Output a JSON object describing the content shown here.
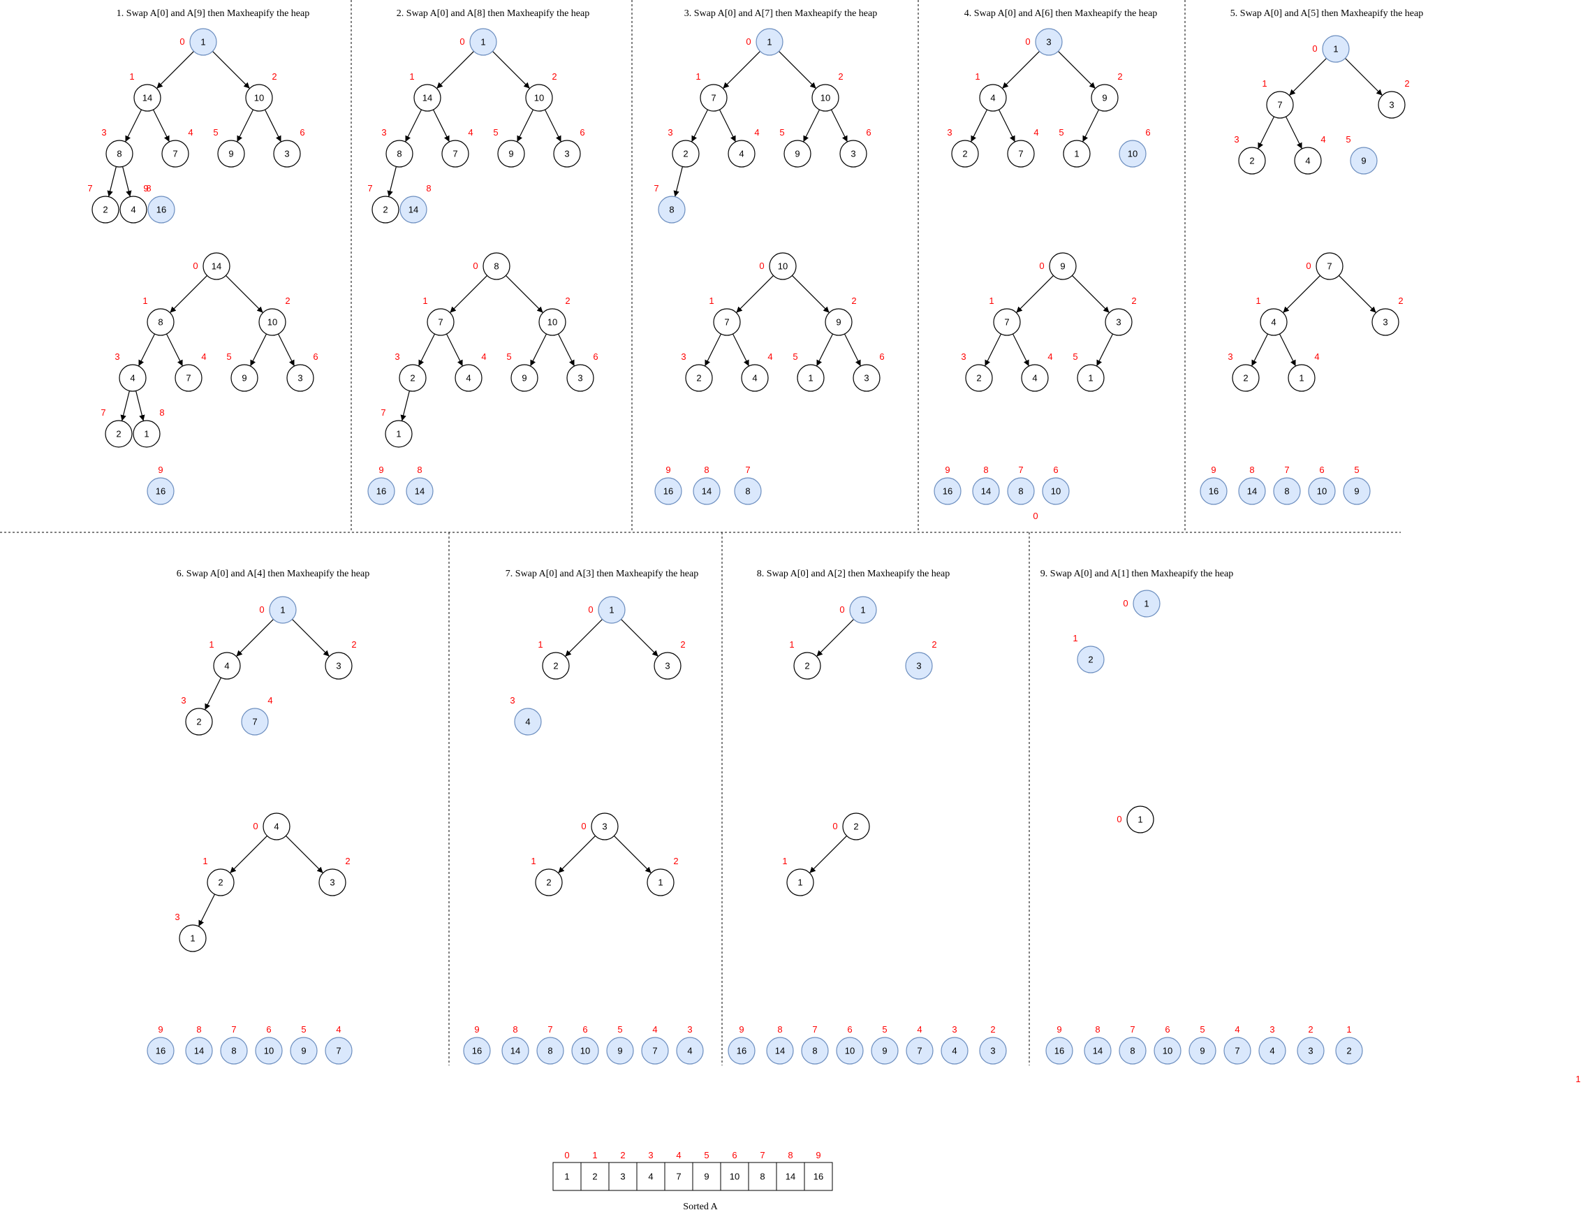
{
  "colors": {
    "node_stroke": "#000000",
    "node_fill": "#ffffff",
    "highlight_fill": "#dae8fc",
    "highlight_stroke": "#6c8ebf",
    "index_color": "#ff0000"
  },
  "steps": [
    {
      "title": "1. Swap A[0] and A[9] then Maxheapify the heap",
      "before": {
        "values": [
          1,
          14,
          10,
          8,
          7,
          9,
          3,
          2,
          4,
          16
        ],
        "highlight": [
          0,
          9
        ],
        "unlinked": [
          9
        ]
      },
      "after": {
        "values": [
          14,
          8,
          10,
          4,
          7,
          9,
          3,
          2,
          1
        ]
      },
      "sorted": [
        {
          "v": 16,
          "i": 9
        }
      ],
      "extra": []
    },
    {
      "title": "2. Swap A[0] and A[8] then Maxheapify the heap",
      "before": {
        "values": [
          1,
          14,
          10,
          8,
          7,
          9,
          3,
          2,
          14
        ],
        "highlight": [
          0,
          8
        ],
        "unlinked": [
          8
        ]
      },
      "after": {
        "values": [
          8,
          7,
          10,
          2,
          4,
          9,
          3,
          1
        ]
      },
      "sorted": [
        {
          "v": 16,
          "i": 9
        },
        {
          "v": 14,
          "i": 8
        }
      ],
      "extra": []
    },
    {
      "title": "3. Swap A[0] and A[7] then Maxheapify the heap",
      "before": {
        "values": [
          1,
          7,
          10,
          2,
          4,
          9,
          3,
          8
        ],
        "highlight": [
          0,
          7
        ],
        "unlinked": []
      },
      "after": {
        "values": [
          10,
          7,
          9,
          2,
          4,
          1,
          3
        ]
      },
      "sorted": [
        {
          "v": 16,
          "i": 9
        },
        {
          "v": 14,
          "i": 8
        },
        {
          "v": 8,
          "i": 7
        }
      ],
      "extra": []
    },
    {
      "title": "4. Swap A[0] and A[6] then Maxheapify the heap",
      "before": {
        "values": [
          3,
          4,
          9,
          2,
          7,
          1,
          10
        ],
        "highlight": [
          0,
          6
        ],
        "unlinked": [
          6
        ]
      },
      "after": {
        "values": [
          9,
          7,
          3,
          2,
          4,
          1
        ]
      },
      "sorted": [
        {
          "v": 16,
          "i": 9
        },
        {
          "v": 14,
          "i": 8
        },
        {
          "v": 8,
          "i": 7
        },
        {
          "v": 10,
          "i": 6
        }
      ],
      "extra": [
        "0"
      ]
    },
    {
      "title": "5. Swap A[0] and A[5] then Maxheapify the heap",
      "before": {
        "values": [
          1,
          7,
          3,
          2,
          4,
          9
        ],
        "highlight": [
          0,
          5
        ],
        "unlinked": [
          5
        ]
      },
      "after": {
        "values": [
          7,
          4,
          3,
          2,
          1
        ]
      },
      "sorted": [
        {
          "v": 16,
          "i": 9
        },
        {
          "v": 14,
          "i": 8
        },
        {
          "v": 8,
          "i": 7
        },
        {
          "v": 10,
          "i": 6
        },
        {
          "v": 9,
          "i": 5
        }
      ],
      "extra": []
    },
    {
      "title": "6. Swap A[0] and A[4] then Maxheapify the heap",
      "before": {
        "values": [
          1,
          4,
          3,
          2,
          7
        ],
        "highlight": [
          0,
          4
        ],
        "unlinked": [
          4
        ]
      },
      "after": {
        "values": [
          4,
          2,
          3,
          1
        ]
      },
      "sorted": [
        {
          "v": 16,
          "i": 9
        },
        {
          "v": 14,
          "i": 8
        },
        {
          "v": 8,
          "i": 7
        },
        {
          "v": 10,
          "i": 6
        },
        {
          "v": 9,
          "i": 5
        },
        {
          "v": 7,
          "i": 4
        }
      ],
      "extra": []
    },
    {
      "title": "7. Swap A[0] and A[3] then Maxheapify the heap",
      "before": {
        "values": [
          1,
          2,
          3,
          4
        ],
        "highlight": [
          0,
          3
        ],
        "unlinked": [
          3
        ]
      },
      "after": {
        "values": [
          3,
          2,
          1
        ]
      },
      "sorted": [
        {
          "v": 16,
          "i": 9
        },
        {
          "v": 14,
          "i": 8
        },
        {
          "v": 8,
          "i": 7
        },
        {
          "v": 10,
          "i": 6
        },
        {
          "v": 9,
          "i": 5
        },
        {
          "v": 7,
          "i": 4
        },
        {
          "v": 4,
          "i": 3
        }
      ],
      "extra": []
    },
    {
      "title": "8. Swap A[0] and A[2] then Maxheapify the heap",
      "before": {
        "values": [
          1,
          2,
          3
        ],
        "highlight": [
          0,
          2
        ],
        "unlinked": [
          2
        ]
      },
      "after": {
        "values": [
          2,
          1
        ]
      },
      "sorted": [
        {
          "v": 16,
          "i": 9
        },
        {
          "v": 14,
          "i": 8
        },
        {
          "v": 8,
          "i": 7
        },
        {
          "v": 10,
          "i": 6
        },
        {
          "v": 9,
          "i": 5
        },
        {
          "v": 7,
          "i": 4
        },
        {
          "v": 4,
          "i": 3
        },
        {
          "v": 3,
          "i": 2
        }
      ],
      "extra": []
    },
    {
      "title": "9. Swap A[0] and A[1] then Maxheapify the heap",
      "before": {
        "values": [
          1,
          2
        ],
        "highlight": [
          0,
          1
        ],
        "unlinked": [
          1
        ]
      },
      "after": {
        "values": [
          1
        ]
      },
      "sorted": [
        {
          "v": 16,
          "i": 9
        },
        {
          "v": 14,
          "i": 8
        },
        {
          "v": 8,
          "i": 7
        },
        {
          "v": 10,
          "i": 6
        },
        {
          "v": 9,
          "i": 5
        },
        {
          "v": 7,
          "i": 4
        },
        {
          "v": 4,
          "i": 3
        },
        {
          "v": 3,
          "i": 2
        },
        {
          "v": 2,
          "i": 1
        }
      ],
      "extra": []
    }
  ],
  "stray_label": "1",
  "final_array": {
    "indices": [
      "0",
      "1",
      "2",
      "3",
      "4",
      "5",
      "6",
      "7",
      "8",
      "9"
    ],
    "values": [
      "1",
      "2",
      "3",
      "4",
      "7",
      "9",
      "10",
      "8",
      "14",
      "16"
    ],
    "caption": "Sorted A"
  }
}
